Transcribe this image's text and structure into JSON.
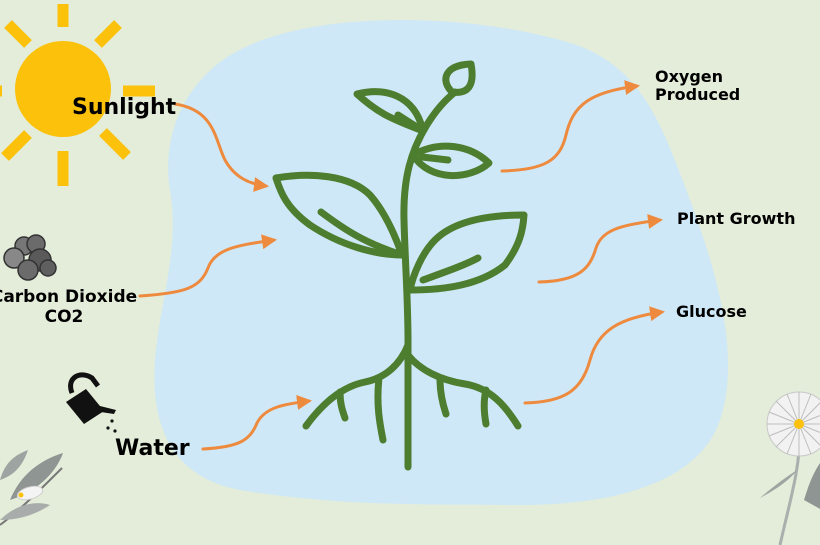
{
  "colors": {
    "background": "#e3edd9",
    "blob": "#cfe8f7",
    "plant": "#4d7d2f",
    "arrow": "#ee8a3e",
    "sun": "#fcc10a",
    "cloud": "#6b6b6b",
    "leaf_gray": "#8e9593"
  },
  "inputs": {
    "sunlight": "Sunlight",
    "co2_line1": "Carbon Dioxide",
    "co2_line2": "CO2",
    "water": "Water"
  },
  "outputs": {
    "oxygen_line1": "Oxygen",
    "oxygen_line2": "Produced",
    "plant_growth": "Plant Growth",
    "glucose": "Glucose"
  },
  "icons": [
    "sun-icon",
    "smoke-cloud-icon",
    "watering-can-icon",
    "plant-icon",
    "daisy-flower-icon",
    "olive-branch-icon"
  ]
}
